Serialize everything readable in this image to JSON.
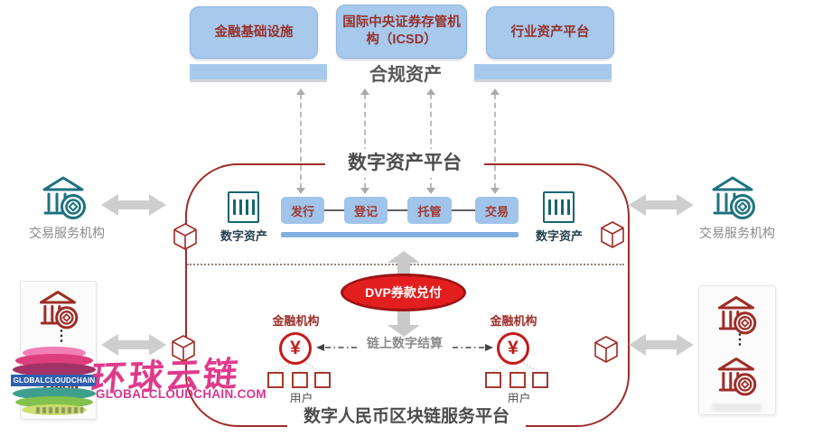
{
  "top": {
    "boxes": [
      {
        "label": "金融基础设施"
      },
      {
        "label": "国际中央证券存管机构（ICSD）"
      },
      {
        "label": "行业资产平台"
      }
    ],
    "compliant_assets": "合规资产"
  },
  "platform": {
    "title": "数字资产平台",
    "digital_asset_label": "数字资产",
    "functions": [
      "发行",
      "登记",
      "托管",
      "交易"
    ],
    "dvp_label": "DVP券款兑付",
    "financial_institution_label": "金融机构",
    "settlement_label": "链上数字结算",
    "users_label": "用户",
    "bottom_title": "数字人民币区块链服务平台"
  },
  "sides": {
    "trading_service_label": "交易服务机构",
    "yuan_symbol": "¥",
    "ellipsis": "⋮"
  },
  "logo": {
    "banner": "GLOBALCLOUDCHAIN",
    "name_cn": "环球云链",
    "domain": "GLOBALCLOUDCHAIN.COM"
  },
  "colors": {
    "box_blue": "#a6c9ec",
    "underline_blue": "#7fb0e0",
    "frame_red": "#9e2d28",
    "dvp_red": "#e31e1e",
    "teal_icon": "#1d7280",
    "title_gray": "#4c4c4c",
    "arrow_gray": "#c9c9c9",
    "brand_pink": "#e03a8c",
    "banner_blue": "#2e5fae"
  }
}
